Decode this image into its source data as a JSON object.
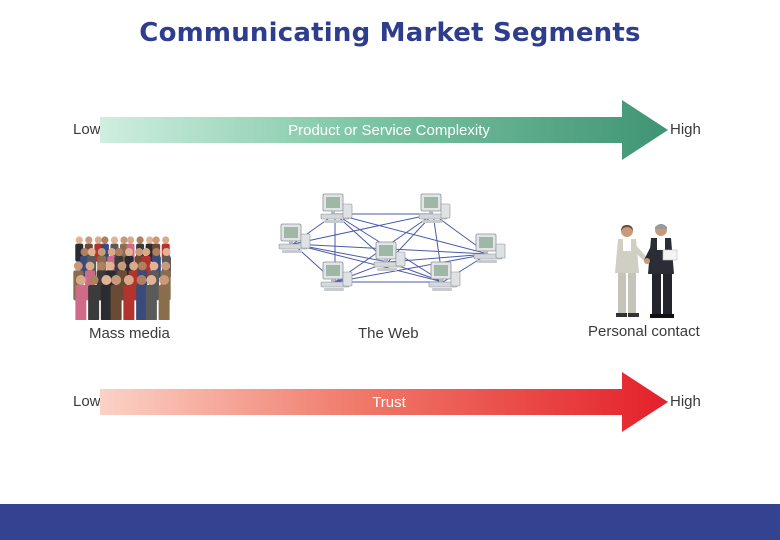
{
  "title": "Communicating Market Segments",
  "complexity_scale": {
    "low_label": "Low",
    "high_label": "High",
    "arrow_label": "Product or Service Complexity",
    "color_start": "#cfeee0",
    "color_end": "#3f9474"
  },
  "trust_scale": {
    "low_label": "Low",
    "high_label": "High",
    "arrow_label": "Trust",
    "color_start": "#fbd2c6",
    "color_end": "#e4202a"
  },
  "channels": [
    {
      "label": "Mass media",
      "icon": "crowd-icon"
    },
    {
      "label": "The Web",
      "icon": "network-icon"
    },
    {
      "label": "Personal contact",
      "icon": "handshake-icon"
    }
  ],
  "footer_color": "#334291"
}
